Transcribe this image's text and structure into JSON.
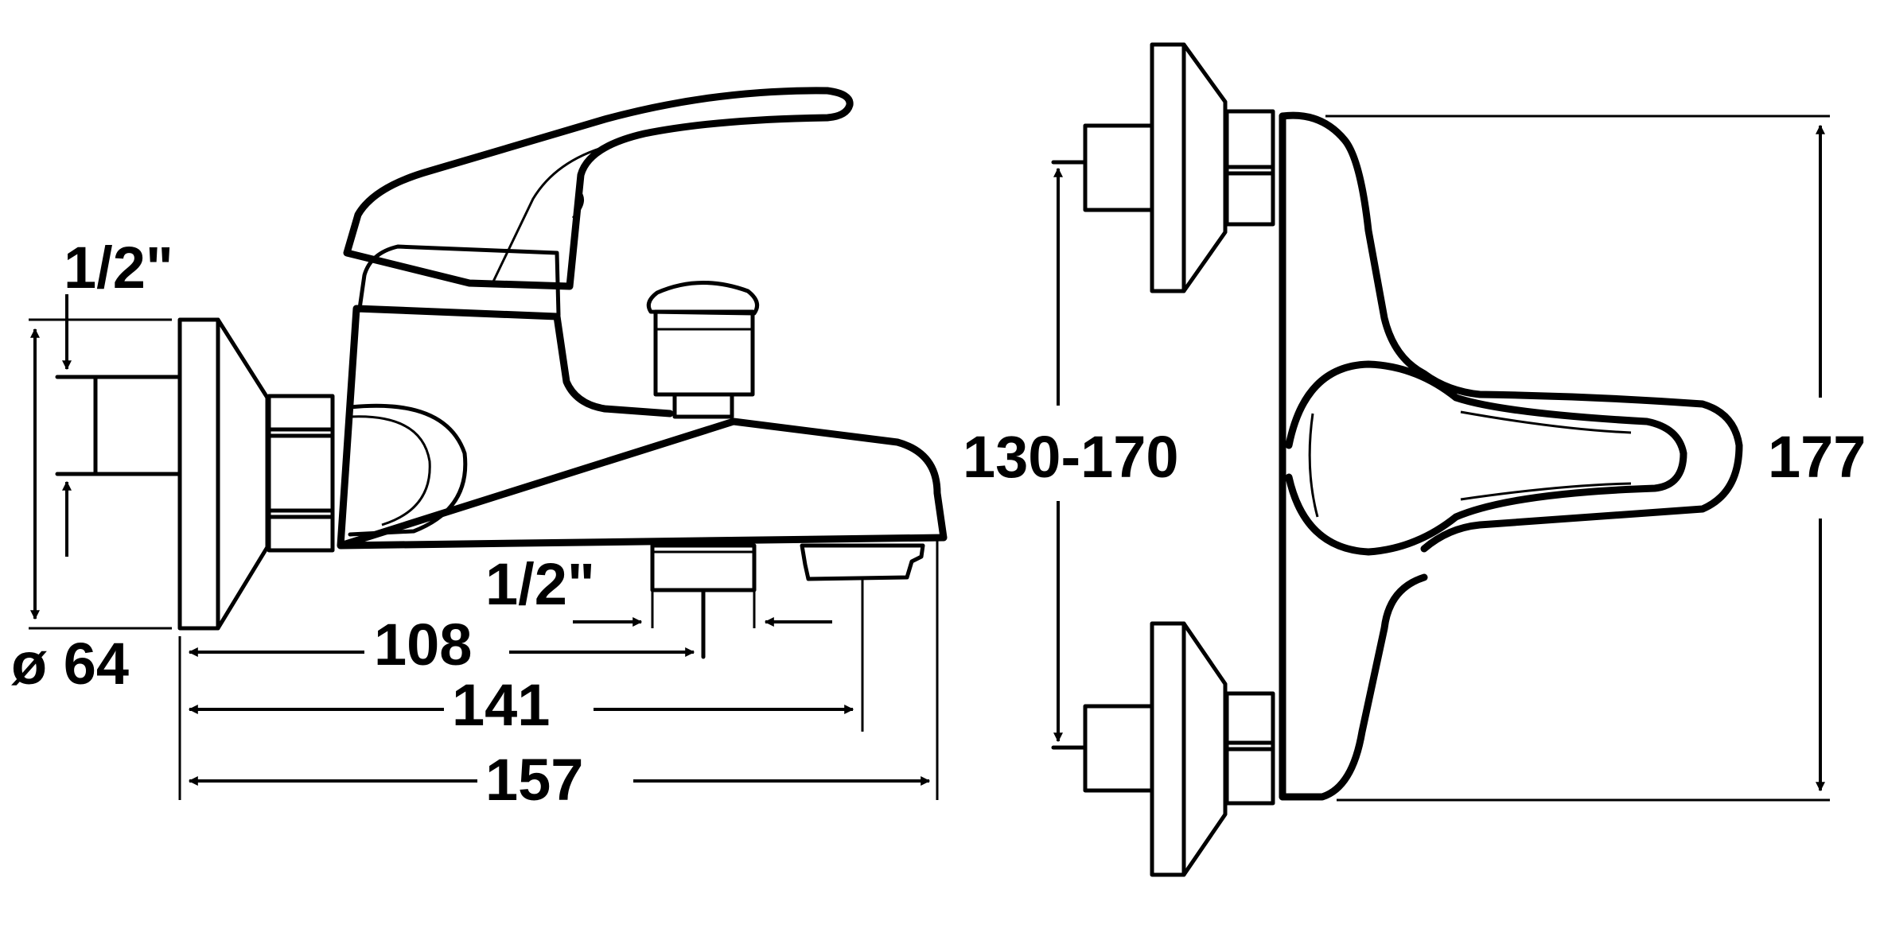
{
  "dimensions": {
    "inlet_thread_left": "1/2\"",
    "outlet_thread": "1/2\"",
    "diameter": "ø 64",
    "len_108": "108",
    "len_141": "141",
    "len_157": "157",
    "centres": "130-170",
    "height": "177"
  },
  "colors": {
    "line": "#000000",
    "background": "#ffffff"
  }
}
